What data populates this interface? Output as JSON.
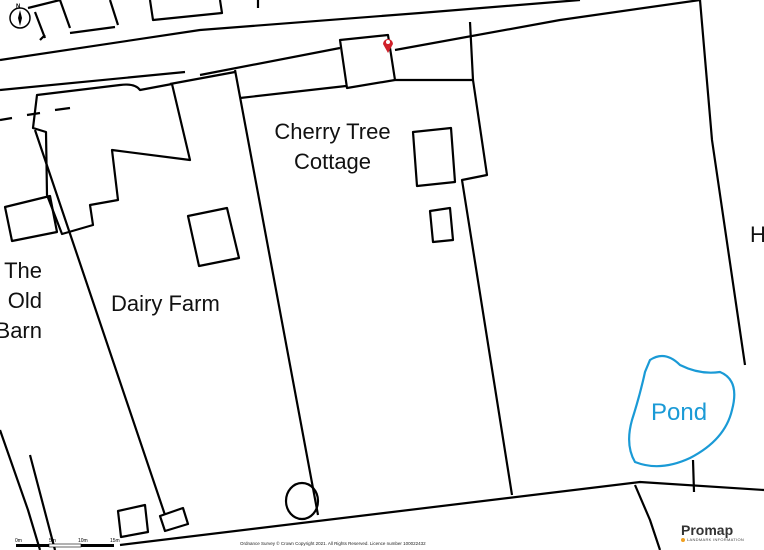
{
  "labels": {
    "cherry_tree_line1": "Cherry Tree",
    "cherry_tree_line2": "Cottage",
    "dairy_farm": "Dairy Farm",
    "old_barn_line1": "The",
    "old_barn_line2": "Old",
    "old_barn_line3": "Barn",
    "right_edge": "H",
    "pond": "Pond"
  },
  "north_label": "N",
  "scale": {
    "labels": [
      "0m",
      "5m",
      "10m",
      "15m"
    ]
  },
  "copyright": "Ordnance Survey © Crown Copyright 2021. All Rights Reserved. Licence number 100022432",
  "logo": {
    "name": "Promap",
    "tagline": "LANDMARK INFORMATION"
  },
  "colors": {
    "marker": "#d0202a",
    "pond": "#1a9ad6",
    "logo_accent": "#f0a020"
  }
}
